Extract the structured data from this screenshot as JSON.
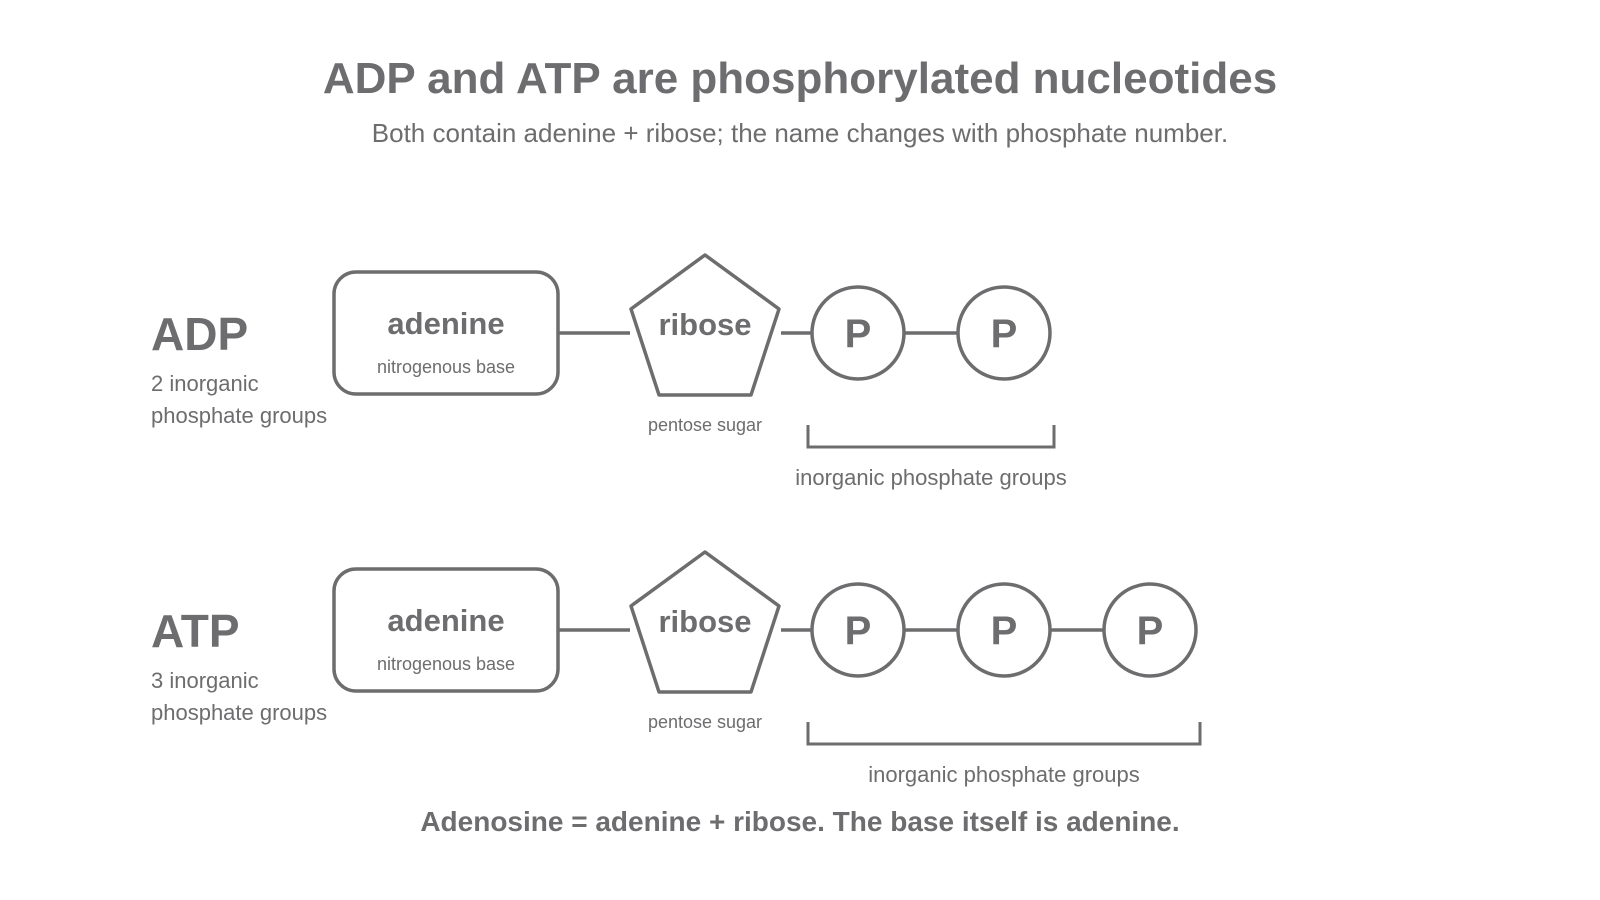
{
  "title": "ADP and ATP are phosphorylated nucleotides",
  "subtitle": "Both contain adenine + ribose; the name changes with phosphate number.",
  "colors": {
    "ink": "#6d6d6f",
    "background": "#ffffff"
  },
  "rows": [
    {
      "label": "ADP",
      "desc_line1": "2 inorganic",
      "desc_line2": "phosphate groups",
      "base_name": "adenine",
      "base_desc": "nitrogenous base",
      "sugar_name": "ribose",
      "sugar_desc": "pentose sugar",
      "phosphate_symbol": "P",
      "phosphate_count": 2,
      "group_label": "inorganic phosphate groups"
    },
    {
      "label": "ATP",
      "desc_line1": "3 inorganic",
      "desc_line2": "phosphate groups",
      "base_name": "adenine",
      "base_desc": "nitrogenous base",
      "sugar_name": "ribose",
      "sugar_desc": "pentose sugar",
      "phosphate_symbol": "P",
      "phosphate_count": 3,
      "group_label": "inorganic phosphate groups"
    }
  ],
  "footer": "Adenosine = adenine + ribose. The base itself is adenine."
}
